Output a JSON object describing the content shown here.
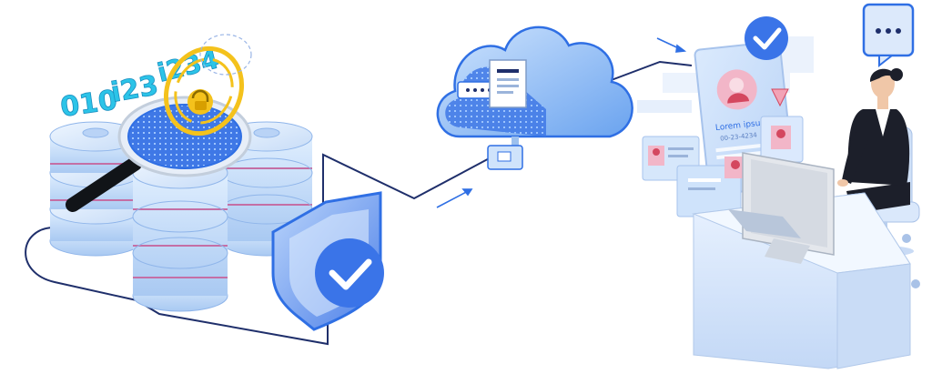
{
  "binary": {
    "digits": [
      "010",
      "i23",
      "i234"
    ]
  },
  "id_card": {
    "name": "Lorem ipsum",
    "number": "00-23-4234"
  },
  "colors": {
    "primary_blue": "#2f6fe4",
    "line_navy": "#1f2f6b",
    "light_blue": "#cfe3fb",
    "cyan_digits": "#2cc4e8",
    "gold_lock": "#f4c21c",
    "shield_blue": "#3a74e8",
    "pink_card": "#f2b6c8",
    "suit": "#1c1f2a"
  },
  "icons": {
    "database": "server-stack-icon",
    "magnifier": "magnifier-icon",
    "lock": "lock-icon",
    "shield": "shield-check-icon",
    "cloud": "cloud-icon",
    "document": "document-icon",
    "password": "password-field-icon",
    "usb": "usb-port-icon",
    "check": "check-badge-icon",
    "chat": "chat-bubble-icon",
    "monitor": "monitor-icon",
    "person": "person-icon"
  }
}
